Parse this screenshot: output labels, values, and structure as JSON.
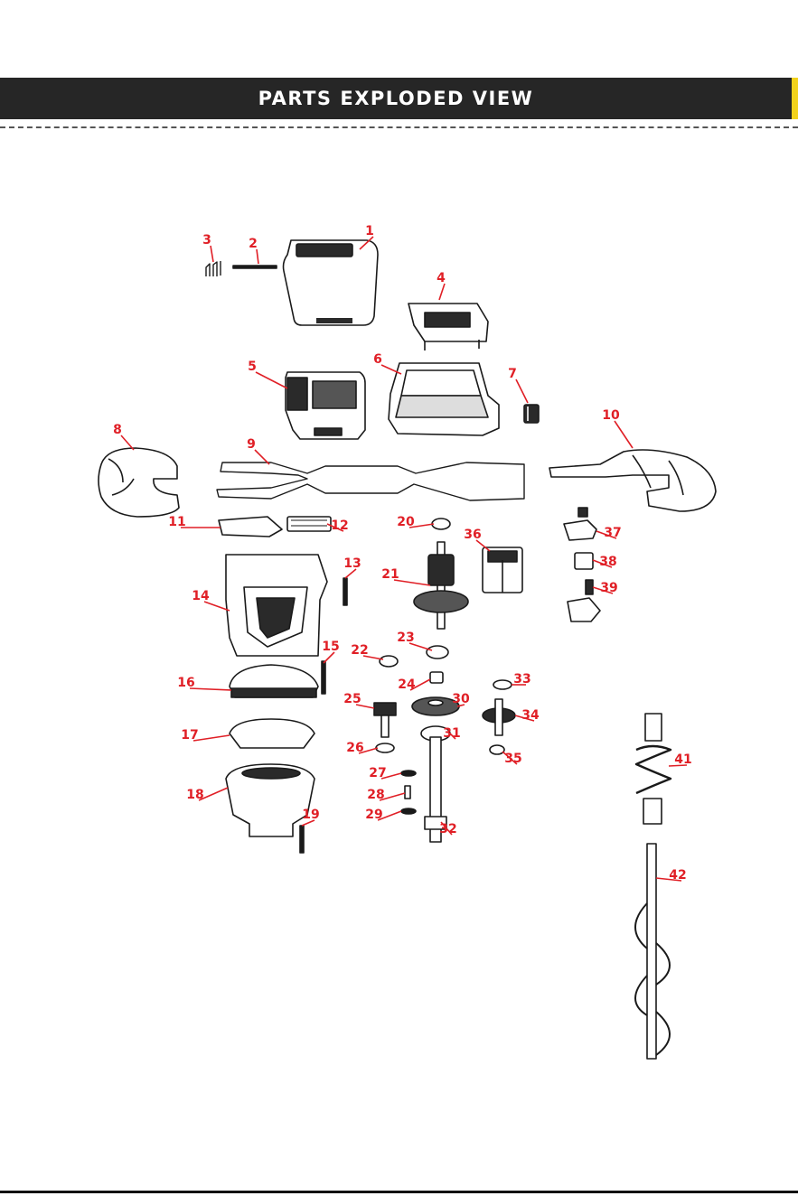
{
  "header": {
    "title": "PARTS EXPLODED VIEW"
  },
  "colors": {
    "banner": "#262626",
    "accent": "#f2d21c",
    "callout": "#e01f26",
    "outline": "#1a1a1a"
  },
  "parts": [
    {
      "id": "1",
      "label": "1"
    },
    {
      "id": "2",
      "label": "2"
    },
    {
      "id": "3",
      "label": "3"
    },
    {
      "id": "4",
      "label": "4"
    },
    {
      "id": "5",
      "label": "5"
    },
    {
      "id": "6",
      "label": "6"
    },
    {
      "id": "7",
      "label": "7"
    },
    {
      "id": "8",
      "label": "8"
    },
    {
      "id": "9",
      "label": "9"
    },
    {
      "id": "10",
      "label": "10"
    },
    {
      "id": "11",
      "label": "11"
    },
    {
      "id": "12",
      "label": "12"
    },
    {
      "id": "13",
      "label": "13"
    },
    {
      "id": "14",
      "label": "14"
    },
    {
      "id": "15",
      "label": "15"
    },
    {
      "id": "16",
      "label": "16"
    },
    {
      "id": "17",
      "label": "17"
    },
    {
      "id": "18",
      "label": "18"
    },
    {
      "id": "19",
      "label": "19"
    },
    {
      "id": "20",
      "label": "20"
    },
    {
      "id": "21",
      "label": "21"
    },
    {
      "id": "22",
      "label": "22"
    },
    {
      "id": "23",
      "label": "23"
    },
    {
      "id": "24",
      "label": "24"
    },
    {
      "id": "25",
      "label": "25"
    },
    {
      "id": "26",
      "label": "26"
    },
    {
      "id": "27",
      "label": "27"
    },
    {
      "id": "28",
      "label": "28"
    },
    {
      "id": "29",
      "label": "29"
    },
    {
      "id": "30",
      "label": "30"
    },
    {
      "id": "31",
      "label": "31"
    },
    {
      "id": "32",
      "label": "32"
    },
    {
      "id": "33",
      "label": "33"
    },
    {
      "id": "34",
      "label": "34"
    },
    {
      "id": "35",
      "label": "35"
    },
    {
      "id": "36",
      "label": "36"
    },
    {
      "id": "37",
      "label": "37"
    },
    {
      "id": "38",
      "label": "38"
    },
    {
      "id": "39",
      "label": "39"
    },
    {
      "id": "41",
      "label": "41"
    },
    {
      "id": "42",
      "label": "42"
    }
  ]
}
